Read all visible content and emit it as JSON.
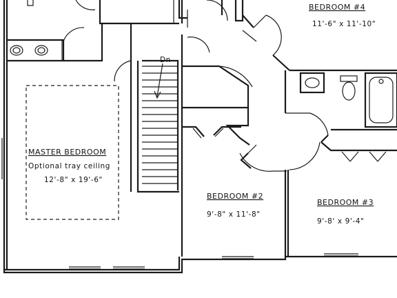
{
  "rooms": {
    "bedroom4": {
      "name": "BEDROOM #4",
      "dims": "11'-6\" x 11'-10\""
    },
    "master": {
      "name": "MASTER BEDROOM",
      "note": "Optional tray ceiling",
      "dims": "12'-8\" x 19'-6\""
    },
    "bedroom2": {
      "name": "BEDROOM #2",
      "dims": "9'-8\" x 11'-8\""
    },
    "bedroom3": {
      "name": "BEDROOM #3",
      "dims": "9'-8' x 9'-4\""
    }
  },
  "stair": {
    "label": "Dn"
  }
}
